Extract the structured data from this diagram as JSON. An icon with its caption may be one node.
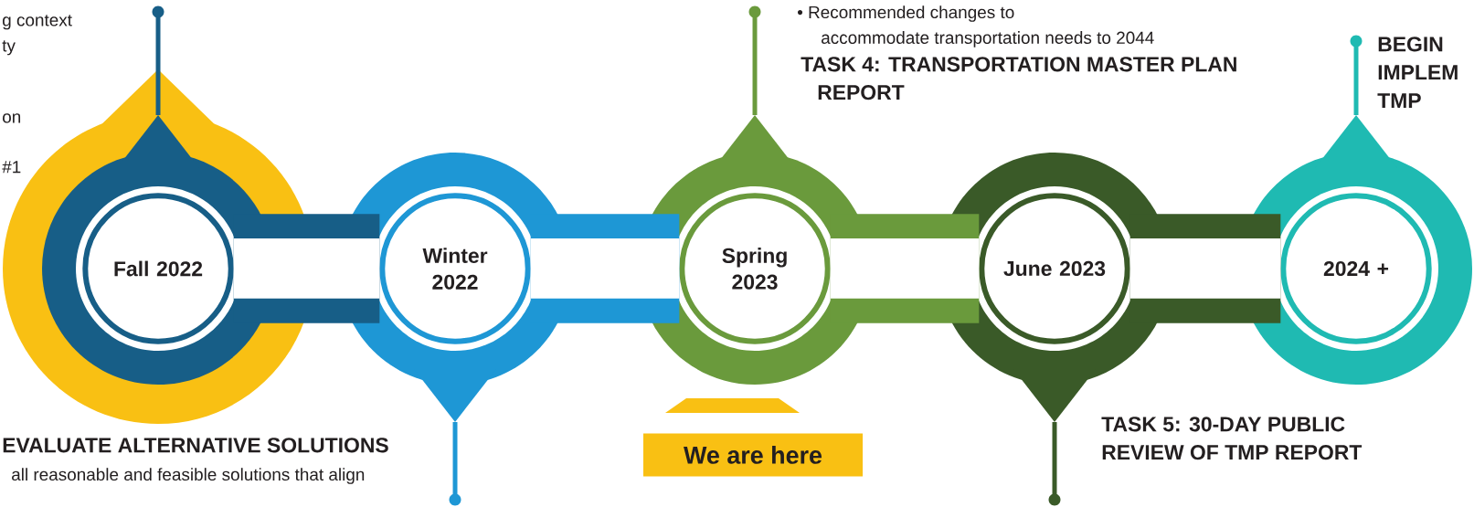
{
  "diagram": {
    "nodes": [
      {
        "text": [
          "Fall 2022"
        ]
      },
      {
        "text": [
          "Winter 2022"
        ]
      },
      {
        "text": [
          "Spring 2023"
        ]
      },
      {
        "text": [
          "June 2023"
        ]
      },
      {
        "text": [
          "2024 +"
        ]
      },
      {
        "text": [
          "We are here"
        ]
      }
    ],
    "edges": [
      {
        "from": 0,
        "to": 1,
        "arrow": "none",
        "color": "#175e87"
      },
      {
        "from": 1,
        "to": 2,
        "arrow": "none",
        "color": "#1e97d5"
      },
      {
        "from": 2,
        "to": 3,
        "arrow": "none",
        "color": "#6a9a3c"
      },
      {
        "from": 3,
        "to": 4,
        "arrow": "none",
        "color": "#3a5a28"
      }
    ],
    "labels": [
      "g context",
      "ty",
      "on",
      "#1",
      "• Recommended changes to accommodate transportation needs to 2044",
      "TASK 4: TRANSPORTATION MASTER PLAN REPORT",
      "BEGIN IMPLEM TMP",
      "EVALUATE ALTERNATIVE SOLUTIONS",
      "all reasonable and feasible solutions that align",
      "TASK 5: 30-DAY PUBLIC REVIEW OF TMP REPORT"
    ]
  }
}
